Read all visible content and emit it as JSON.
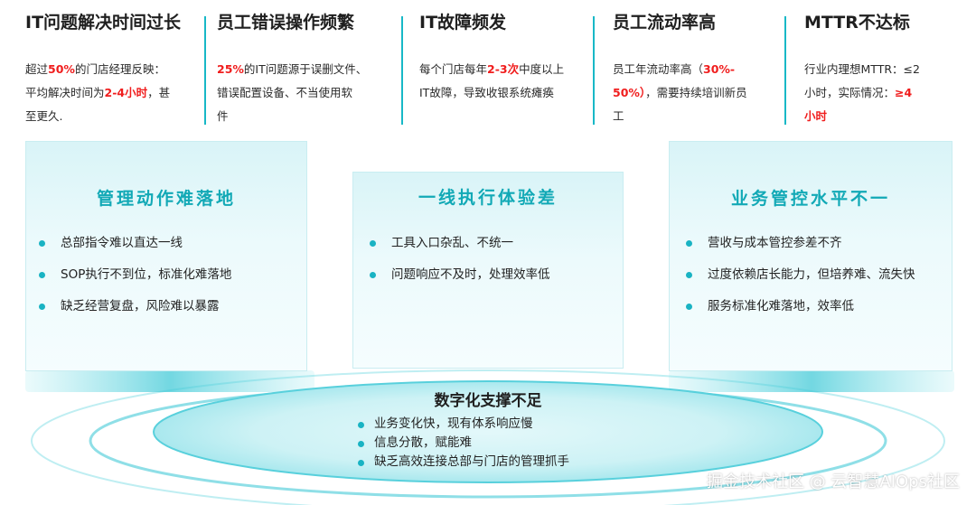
{
  "top_columns": [
    {
      "title": "IT问题解决时间过长",
      "lines": [
        [
          {
            "t": "超过",
            "h": false
          },
          {
            "t": "50%",
            "h": true
          },
          {
            "t": "的门店经理反映：",
            "h": false
          }
        ],
        [
          {
            "t": "平均解决时间为",
            "h": false
          },
          {
            "t": "2-4小时",
            "h": true
          },
          {
            "t": "，甚",
            "h": false
          }
        ],
        [
          {
            "t": "至更久.",
            "h": false
          }
        ]
      ]
    },
    {
      "title": "员工错误操作频繁",
      "lines": [
        [
          {
            "t": "25%",
            "h": true
          },
          {
            "t": "的IT问题源于误删文件、",
            "h": false
          }
        ],
        [
          {
            "t": "错误配置设备、不当使用软",
            "h": false
          }
        ],
        [
          {
            "t": "件",
            "h": false
          }
        ]
      ]
    },
    {
      "title": "IT故障频发",
      "lines": [
        [
          {
            "t": "每个门店每年",
            "h": false
          },
          {
            "t": "2-3次",
            "h": true
          },
          {
            "t": "中度以上",
            "h": false
          }
        ],
        [
          {
            "t": "IT故障，导致收银系统瘫痪",
            "h": false
          }
        ]
      ]
    },
    {
      "title": "员工流动率高",
      "lines": [
        [
          {
            "t": "员工年流动率高（",
            "h": false
          },
          {
            "t": "30%-",
            "h": true
          }
        ],
        [
          {
            "t": "50%）",
            "h": true
          },
          {
            "t": "，需要持续培训新员",
            "h": false
          }
        ],
        [
          {
            "t": "工",
            "h": false
          }
        ]
      ]
    },
    {
      "title": "MTTR不达标",
      "lines": [
        [
          {
            "t": "行业内理想MTTR：≤2",
            "h": false
          }
        ],
        [
          {
            "t": "小时，实际情况：",
            "h": false
          },
          {
            "t": "≥4",
            "h": true
          }
        ],
        [
          {
            "t": "小时",
            "h": true
          }
        ]
      ]
    }
  ],
  "cards": [
    {
      "title": "管理动作难落地",
      "items": [
        "总部指令难以直达一线",
        "SOP执行不到位，标准化难落地",
        "缺乏经营复盘，风险难以暴露"
      ]
    },
    {
      "title": "一线执行体验差",
      "items": [
        "工具入口杂乱、不统一",
        "问题响应不及时，处理效率低"
      ]
    },
    {
      "title": "业务管控水平不一",
      "items": [
        "营收与成本管控参差不齐",
        "过度依赖店长能力，但培养难、流失快",
        "服务标准化难落地，效率低"
      ]
    }
  ],
  "bottom": {
    "title": "数字化支撑不足",
    "items": [
      "业务变化快，现有体系响应慢",
      "信息分散，赋能难",
      "缺乏高效连接总部与门店的管理抓手"
    ]
  },
  "watermark": "掘金技术社区 @ 云智慧AIOps社区",
  "colors": {
    "accent": "#19b3c3",
    "highlight": "#f01d1d",
    "card_title": "#12a9b6"
  }
}
